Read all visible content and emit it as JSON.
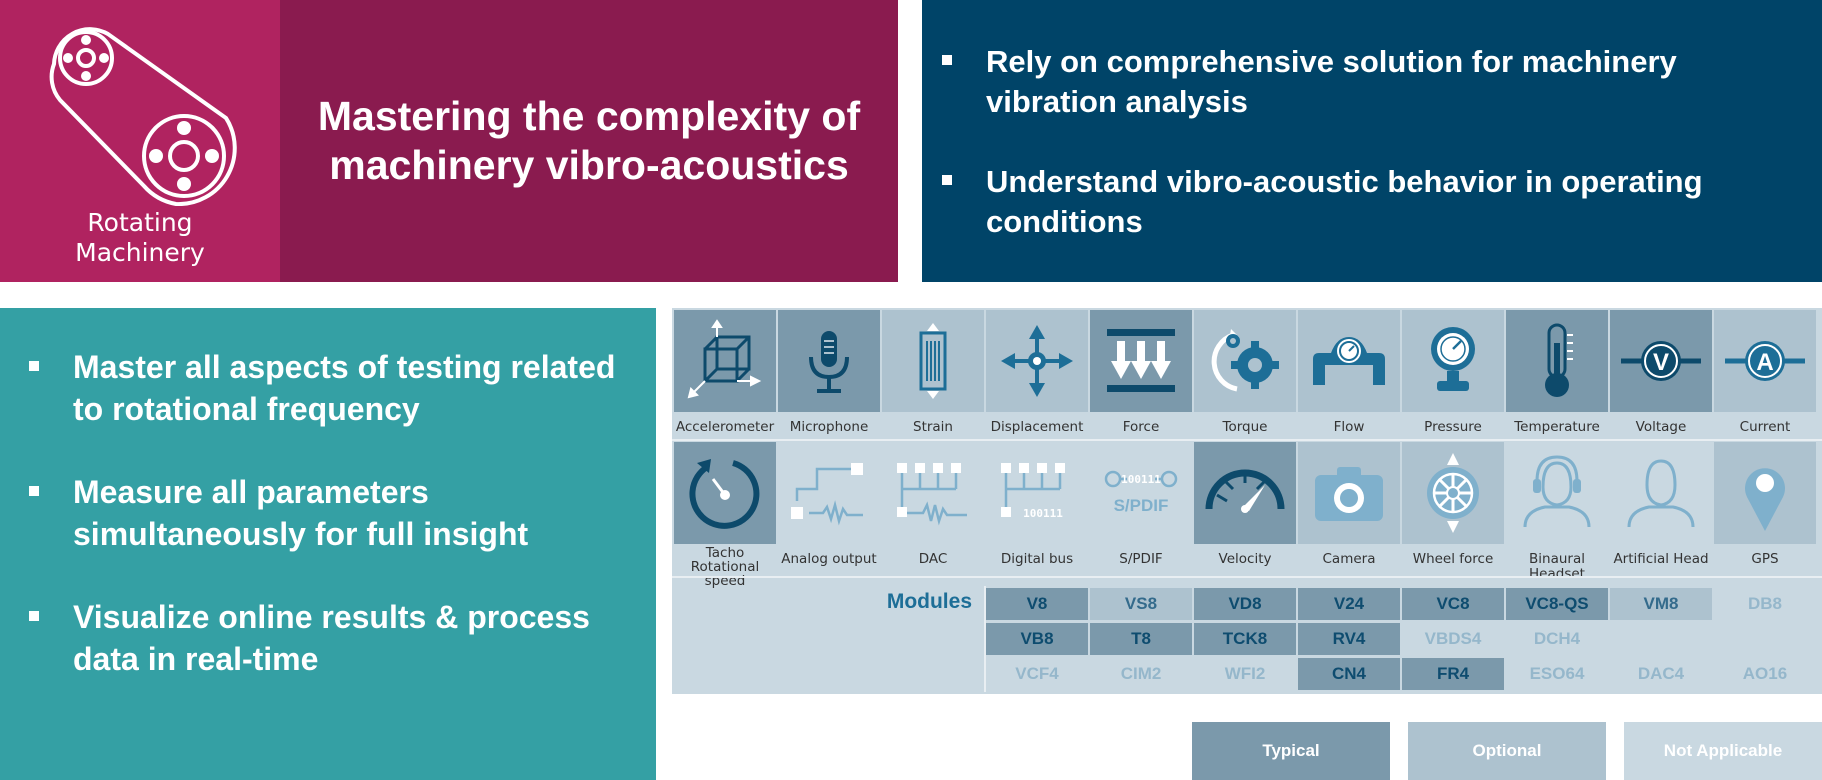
{
  "banner": {
    "category_line1": "Rotating",
    "category_line2": "Machinery",
    "title_line1": "Mastering the complexity of",
    "title_line2": "machinery vibro-acoustics"
  },
  "top_right": {
    "bullets": [
      "Rely on comprehensive solution for machinery vibration analysis",
      "Understand vibro-acoustic behavior in operating conditions"
    ]
  },
  "left_panel": {
    "bullets": [
      "Master all aspects of testing related to rotational frequency",
      "Measure all parameters simultaneously for full insight",
      "Visualize online  results & process data  in real-time"
    ]
  },
  "sensors_row1": [
    {
      "label": "Accelerometer",
      "status": "typical",
      "icon": "accelerometer-icon"
    },
    {
      "label": "Microphone",
      "status": "typical",
      "icon": "microphone-icon"
    },
    {
      "label": "Strain",
      "status": "optional",
      "icon": "strain-gauge-icon"
    },
    {
      "label": "Displacement",
      "status": "optional",
      "icon": "displacement-icon"
    },
    {
      "label": "Force",
      "status": "typical",
      "icon": "force-icon"
    },
    {
      "label": "Torque",
      "status": "optional",
      "icon": "torque-icon"
    },
    {
      "label": "Flow",
      "status": "optional",
      "icon": "flow-icon"
    },
    {
      "label": "Pressure",
      "status": "optional",
      "icon": "pressure-icon"
    },
    {
      "label": "Temperature",
      "status": "typical",
      "icon": "thermometer-icon"
    },
    {
      "label": "Voltage",
      "status": "typical",
      "icon": "voltage-icon"
    },
    {
      "label": "Current",
      "status": "optional",
      "icon": "current-icon"
    }
  ],
  "sensors_row2": [
    {
      "label_line1": "Tacho",
      "label_line2": "Rotational speed",
      "status": "typical",
      "icon": "tacho-icon"
    },
    {
      "label_line1": "Analog output",
      "label_line2": "",
      "status": "na",
      "icon": "analog-output-icon"
    },
    {
      "label_line1": "DAC",
      "label_line2": "",
      "status": "na",
      "icon": "dac-icon"
    },
    {
      "label_line1": "Digital bus",
      "label_line2": "",
      "status": "na",
      "icon": "digital-bus-icon"
    },
    {
      "label_line1": "S/PDIF",
      "label_line2": "",
      "status": "na",
      "icon": "spdif-icon"
    },
    {
      "label_line1": "Velocity",
      "label_line2": "",
      "status": "typical",
      "icon": "velocity-gauge-icon"
    },
    {
      "label_line1": "Camera",
      "label_line2": "",
      "status": "optional",
      "icon": "camera-icon"
    },
    {
      "label_line1": "Wheel force",
      "label_line2": "",
      "status": "optional",
      "icon": "wheel-icon"
    },
    {
      "label_line1": "Binaural Headset",
      "label_line2": "",
      "status": "na",
      "icon": "headset-icon"
    },
    {
      "label_line1": "Artificial Head",
      "label_line2": "",
      "status": "na",
      "icon": "head-icon"
    },
    {
      "label_line1": "GPS",
      "label_line2": "",
      "status": "optional",
      "icon": "gps-pin-icon"
    }
  ],
  "icon_text": {
    "spdif_digits": "100111",
    "spdif_label": "S/PDIF",
    "bus_digits": "100111",
    "voltage_letter": "V",
    "current_letter": "A"
  },
  "modules": {
    "title": "Modules",
    "rows": [
      [
        {
          "name": "V8",
          "status": "typical"
        },
        {
          "name": "VS8",
          "status": "optional"
        },
        {
          "name": "VD8",
          "status": "typical"
        },
        {
          "name": "V24",
          "status": "typical"
        },
        {
          "name": "VC8",
          "status": "typical"
        },
        {
          "name": "VC8-QS",
          "status": "typical"
        },
        {
          "name": "VM8",
          "status": "optional"
        },
        {
          "name": "DB8",
          "status": "na"
        }
      ],
      [
        {
          "name": "VB8",
          "status": "typical"
        },
        {
          "name": "T8",
          "status": "typical"
        },
        {
          "name": "TCK8",
          "status": "typical"
        },
        {
          "name": "RV4",
          "status": "typical"
        },
        {
          "name": "VBDS4",
          "status": "na"
        },
        {
          "name": "DCH4",
          "status": "na"
        },
        {
          "name": "",
          "status": "na"
        },
        {
          "name": "",
          "status": "na"
        }
      ],
      [
        {
          "name": "VCF4",
          "status": "na"
        },
        {
          "name": "CIM2",
          "status": "na"
        },
        {
          "name": "WFI2",
          "status": "na"
        },
        {
          "name": "CN4",
          "status": "typical"
        },
        {
          "name": "FR4",
          "status": "typical"
        },
        {
          "name": "ESO64",
          "status": "na"
        },
        {
          "name": "DAC4",
          "status": "na"
        },
        {
          "name": "AO16",
          "status": "na"
        }
      ]
    ]
  },
  "legend": {
    "typical": "Typical",
    "optional": "Optional",
    "na": "Not Applicable"
  },
  "colors": {
    "magenta": "#b02360",
    "plum": "#8a1b4f",
    "navy": "#004468",
    "teal": "#34a0a4",
    "typical": "#7b99ab",
    "optional": "#adc2cf",
    "na": "#c9d8e1"
  }
}
